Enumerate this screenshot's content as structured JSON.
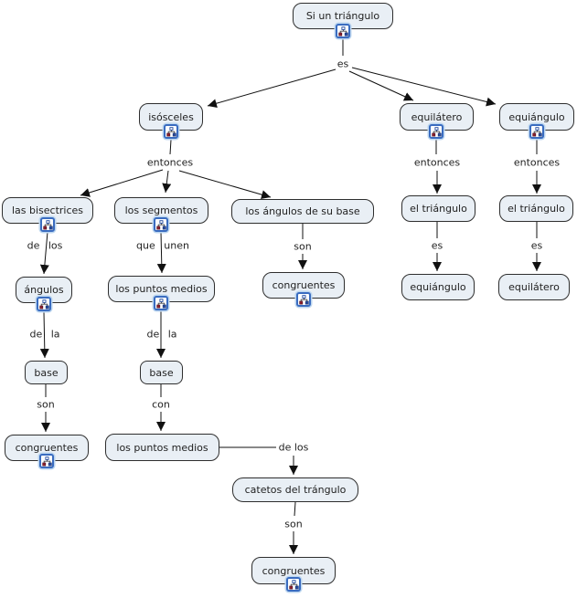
{
  "diagram": {
    "type": "concept-map",
    "topic": "Si un triángulo",
    "nodes": [
      {
        "label": "Si un triángulo",
        "has_resource_icon": true
      },
      {
        "label": "isósceles",
        "has_resource_icon": true
      },
      {
        "label": "equilátero",
        "has_resource_icon": true
      },
      {
        "label": "equiángulo",
        "has_resource_icon": true
      },
      {
        "label": "las bisectrices",
        "has_resource_icon": true
      },
      {
        "label": "los segmentos",
        "has_resource_icon": true
      },
      {
        "label": "los ángulos de su base",
        "has_resource_icon": false
      },
      {
        "label": "el triángulo",
        "has_resource_icon": false
      },
      {
        "label": "el triángulo",
        "has_resource_icon": false
      },
      {
        "label": "ángulos",
        "has_resource_icon": true
      },
      {
        "label": "los puntos medios",
        "has_resource_icon": true
      },
      {
        "label": "congruentes",
        "has_resource_icon": true
      },
      {
        "label": "equiángulo",
        "has_resource_icon": false
      },
      {
        "label": "equilátero",
        "has_resource_icon": false
      },
      {
        "label": "base",
        "has_resource_icon": false
      },
      {
        "label": "base",
        "has_resource_icon": false
      },
      {
        "label": "congruentes",
        "has_resource_icon": true
      },
      {
        "label": "los puntos medios",
        "has_resource_icon": false
      },
      {
        "label": "catetos del trángulo",
        "has_resource_icon": false
      },
      {
        "label": "congruentes",
        "has_resource_icon": true
      }
    ],
    "phrases": [
      {
        "text": "es"
      },
      {
        "text": "entonces"
      },
      {
        "text": "entonces"
      },
      {
        "text": "entonces"
      },
      {
        "text": "de los"
      },
      {
        "text": "que unen"
      },
      {
        "text": "son"
      },
      {
        "text": "es"
      },
      {
        "text": "es"
      },
      {
        "text": "de la"
      },
      {
        "text": "de la"
      },
      {
        "text": "son"
      },
      {
        "text": "con"
      },
      {
        "text": "de los"
      },
      {
        "text": "son"
      }
    ],
    "icons": {
      "resource_icon": "concept-map-resource-icon"
    },
    "colors": {
      "canvas": "#ffffff",
      "node_fill": "#e9eff5",
      "node_border": "#2e2e2e",
      "text": "#222222",
      "line": "#111111",
      "icon_border": "#3a6cc0",
      "icon_glow": "#bcd6ef",
      "icon_glyph_red": "#8c1f2f",
      "icon_glyph_blue": "#2b4da0"
    }
  }
}
